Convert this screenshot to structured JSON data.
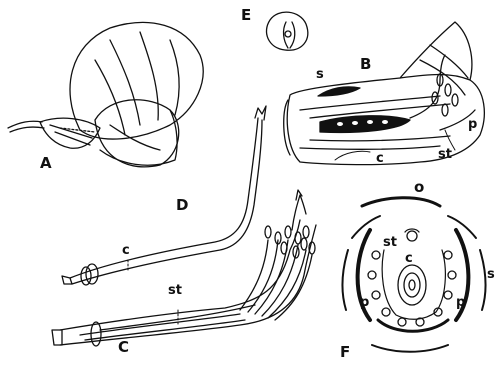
{
  "figure": {
    "panels": [
      {
        "id": "A",
        "label": "A",
        "parts": []
      },
      {
        "id": "B",
        "label": "B",
        "parts": [
          "s",
          "p",
          "st",
          "c"
        ]
      },
      {
        "id": "C",
        "label": "C",
        "parts": [
          "st"
        ]
      },
      {
        "id": "D",
        "label": "D",
        "parts": [
          "c"
        ]
      },
      {
        "id": "E",
        "label": "E",
        "parts": []
      },
      {
        "id": "F",
        "label": "F",
        "parts": [
          "o",
          "st",
          "c",
          "p",
          "p",
          "s"
        ]
      }
    ],
    "ink_color": "#111111",
    "paper_color": "#ffffff"
  }
}
